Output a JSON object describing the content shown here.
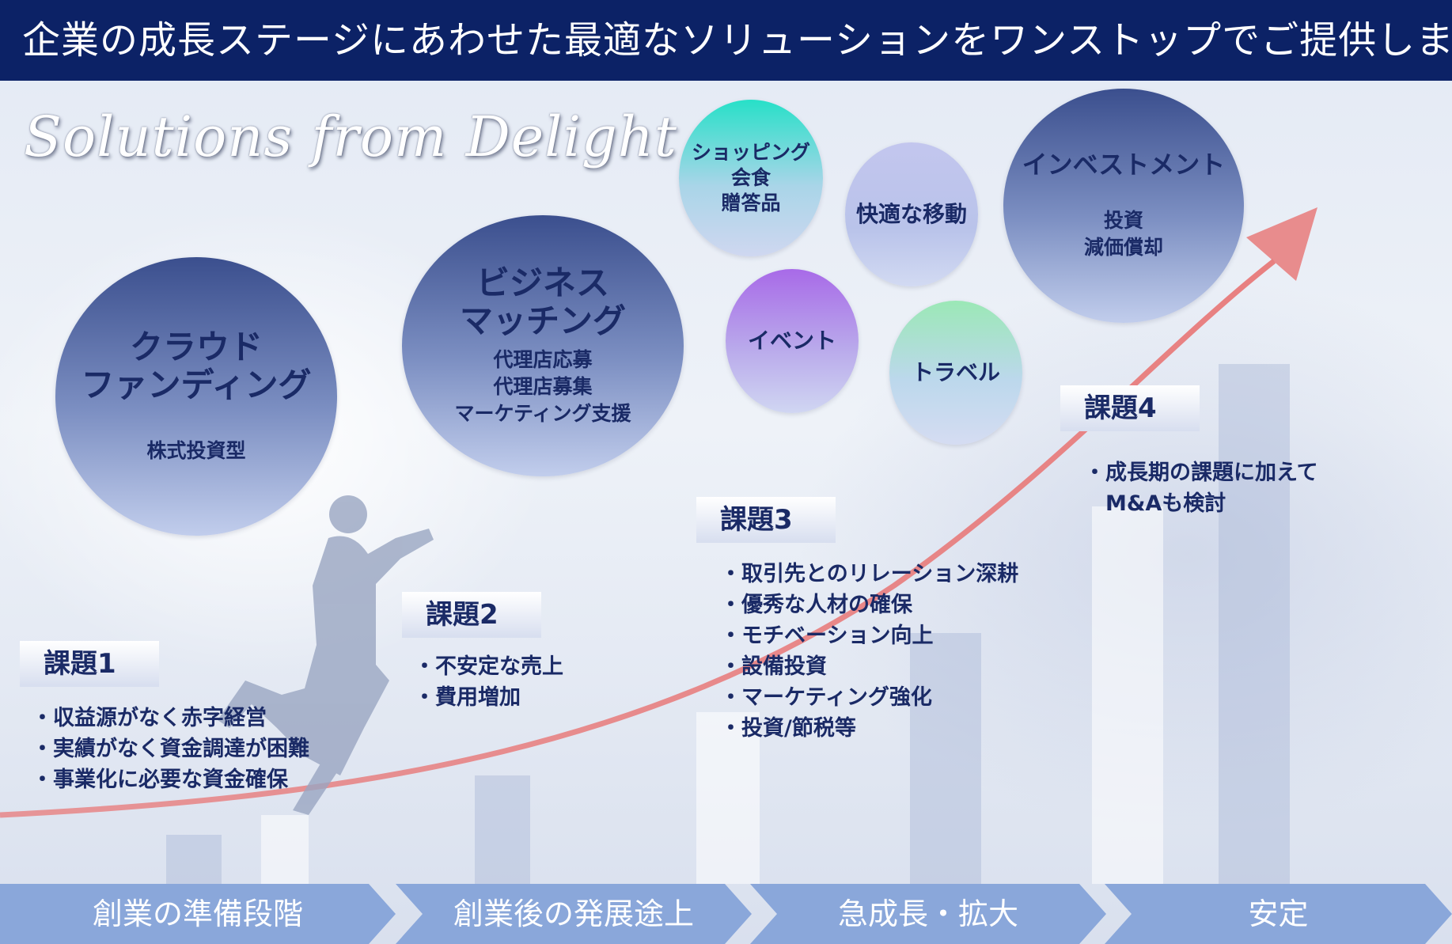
{
  "header": {
    "title": "企業の成長ステージにあわせた最適なソリューションをワンストップでご提供します。"
  },
  "logo": {
    "text": "Solutions from Delight"
  },
  "circles": [
    {
      "title": "クラウド\nファンディング",
      "sub": "株式投資型"
    },
    {
      "title": "ビジネス\nマッチング",
      "sub": "代理店応募\n代理店募集\nマーケティング支援"
    },
    {
      "title": "ショッピング\n会食\n贈答品"
    },
    {
      "title": "快適な移動"
    },
    {
      "title": "イベント"
    },
    {
      "title": "トラベル"
    },
    {
      "title": "インベストメント",
      "sub": "投資\n減価償却"
    }
  ],
  "issues": [
    {
      "label": "課題1",
      "items": [
        "収益源がなく赤字経営",
        "実績がなく資金調達が困難",
        "事業化に必要な資金確保"
      ]
    },
    {
      "label": "課題2",
      "items": [
        "不安定な売上",
        "費用増加"
      ]
    },
    {
      "label": "課題3",
      "items": [
        "取引先とのリレーション深耕",
        "優秀な人材の確保",
        "モチベーション向上",
        "設備投資",
        "マーケティング強化",
        "投資/節税等"
      ]
    },
    {
      "label": "課題4",
      "items": [
        "成長期の課題に加えて",
        "M&Aも検討"
      ]
    }
  ],
  "stages": [
    "創業の準備段階",
    "創業後の発展途上",
    "急成長・拡大",
    "安定"
  ],
  "colors": {
    "banner": "#0c2266",
    "stage": "#8aa7da",
    "text": "#1a2a66",
    "arrow": "#e87a7a"
  }
}
